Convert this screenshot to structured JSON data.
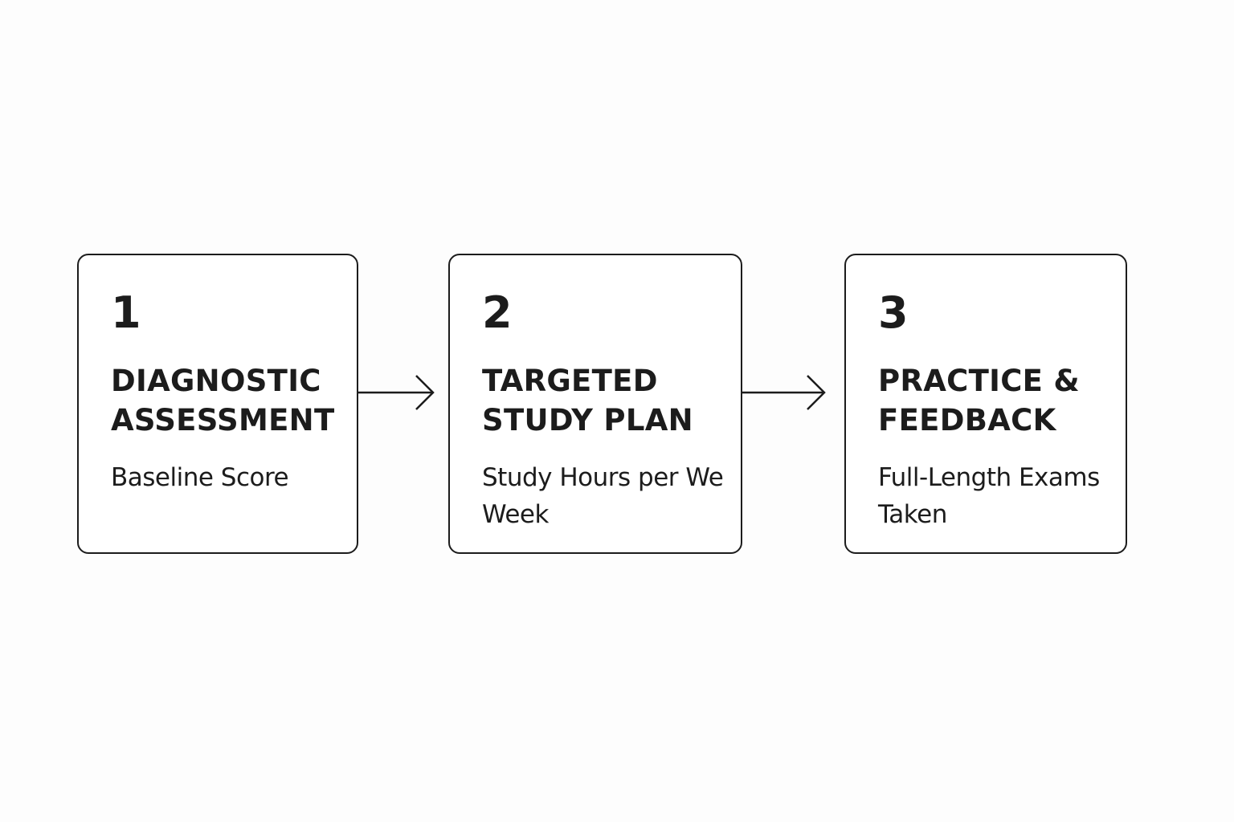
{
  "steps": [
    {
      "number": "1",
      "title": "DIAGNOSTIC\nASSESSMENT",
      "metric": "Baseline Score"
    },
    {
      "number": "2",
      "title": "TARGETED\nSTUDY PLAN",
      "metric": "Study Hours per We\nWeek"
    },
    {
      "number": "3",
      "title": "PRACTICE &\nFEEDBACK",
      "metric": "Full-Length Exams\nTaken"
    }
  ],
  "colors": {
    "background": "#fdfdfd",
    "box_border": "#1c1c1c",
    "text": "#1c1c1c"
  }
}
